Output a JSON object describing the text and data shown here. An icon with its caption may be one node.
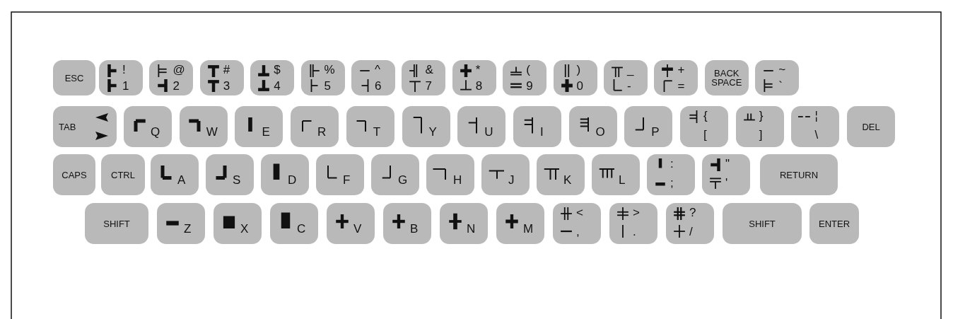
{
  "diagram": {
    "nodes": [
      {
        "text": [
          "ESC"
        ]
      },
      {
        "text": [
          "!",
          "1"
        ]
      },
      {
        "text": [
          "@",
          "2"
        ]
      },
      {
        "text": [
          "#",
          "3"
        ]
      },
      {
        "text": [
          "$",
          "4"
        ]
      },
      {
        "text": [
          "%",
          "5"
        ]
      },
      {
        "text": [
          "^",
          "6"
        ]
      },
      {
        "text": [
          "&",
          "7"
        ]
      },
      {
        "text": [
          "*",
          "8"
        ]
      },
      {
        "text": [
          "(",
          "9"
        ]
      },
      {
        "text": [
          ")",
          "0"
        ]
      },
      {
        "text": [
          "_",
          "-"
        ]
      },
      {
        "text": [
          "+",
          "="
        ]
      },
      {
        "text": [
          "BACK SPACE"
        ]
      },
      {
        "text": [
          "~",
          "`"
        ]
      },
      {
        "text": [
          "TAB"
        ]
      },
      {
        "text": [
          "Q"
        ]
      },
      {
        "text": [
          "W"
        ]
      },
      {
        "text": [
          "E"
        ]
      },
      {
        "text": [
          "R"
        ]
      },
      {
        "text": [
          "T"
        ]
      },
      {
        "text": [
          "Y"
        ]
      },
      {
        "text": [
          "U"
        ]
      },
      {
        "text": [
          "I"
        ]
      },
      {
        "text": [
          "O"
        ]
      },
      {
        "text": [
          "P"
        ]
      },
      {
        "text": [
          "{",
          "["
        ]
      },
      {
        "text": [
          "}",
          "]"
        ]
      },
      {
        "text": [
          "¦",
          "\\"
        ]
      },
      {
        "text": [
          "DEL"
        ]
      },
      {
        "text": [
          "CAPS"
        ]
      },
      {
        "text": [
          "CTRL"
        ]
      },
      {
        "text": [
          "A"
        ]
      },
      {
        "text": [
          "S"
        ]
      },
      {
        "text": [
          "D"
        ]
      },
      {
        "text": [
          "F"
        ]
      },
      {
        "text": [
          "G"
        ]
      },
      {
        "text": [
          "H"
        ]
      },
      {
        "text": [
          "J"
        ]
      },
      {
        "text": [
          "K"
        ]
      },
      {
        "text": [
          "L"
        ]
      },
      {
        "text": [
          ":",
          ";"
        ]
      },
      {
        "text": [
          "\"",
          "'"
        ]
      },
      {
        "text": [
          "RETURN"
        ]
      },
      {
        "text": [
          "SHIFT"
        ]
      },
      {
        "text": [
          "Z"
        ]
      },
      {
        "text": [
          "X"
        ]
      },
      {
        "text": [
          "C"
        ]
      },
      {
        "text": [
          "V"
        ]
      },
      {
        "text": [
          "B"
        ]
      },
      {
        "text": [
          "N"
        ]
      },
      {
        "text": [
          "M"
        ]
      },
      {
        "text": [
          "<",
          ","
        ]
      },
      {
        "text": [
          ">",
          "."
        ]
      },
      {
        "text": [
          "?",
          "/"
        ]
      },
      {
        "text": [
          "SHIFT"
        ]
      },
      {
        "text": [
          "ENTER"
        ]
      }
    ]
  }
}
